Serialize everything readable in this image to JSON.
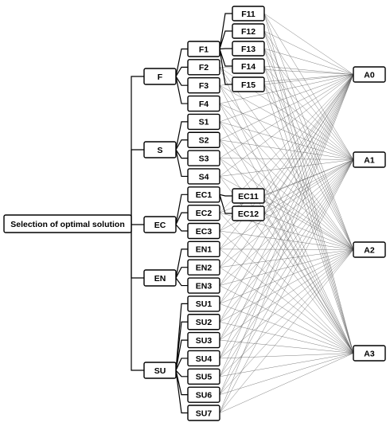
{
  "root": {
    "id": "root",
    "label": "Selection of optimal solution"
  },
  "criteria": [
    {
      "id": "F",
      "label": "F"
    },
    {
      "id": "S",
      "label": "S"
    },
    {
      "id": "EC",
      "label": "EC"
    },
    {
      "id": "EN",
      "label": "EN"
    },
    {
      "id": "SU",
      "label": "SU"
    }
  ],
  "subcriteria": [
    {
      "id": "F1",
      "label": "F1",
      "parent": "F"
    },
    {
      "id": "F2",
      "label": "F2",
      "parent": "F"
    },
    {
      "id": "F3",
      "label": "F3",
      "parent": "F"
    },
    {
      "id": "F4",
      "label": "F4",
      "parent": "F"
    },
    {
      "id": "S1",
      "label": "S1",
      "parent": "S"
    },
    {
      "id": "S2",
      "label": "S2",
      "parent": "S"
    },
    {
      "id": "S3",
      "label": "S3",
      "parent": "S"
    },
    {
      "id": "S4",
      "label": "S4",
      "parent": "S"
    },
    {
      "id": "EC1",
      "label": "EC1",
      "parent": "EC"
    },
    {
      "id": "EC2",
      "label": "EC2",
      "parent": "EC"
    },
    {
      "id": "EC3",
      "label": "EC3",
      "parent": "EC"
    },
    {
      "id": "EN1",
      "label": "EN1",
      "parent": "EN"
    },
    {
      "id": "EN2",
      "label": "EN2",
      "parent": "EN"
    },
    {
      "id": "EN3",
      "label": "EN3",
      "parent": "EN"
    },
    {
      "id": "SU1",
      "label": "SU1",
      "parent": "SU"
    },
    {
      "id": "SU2",
      "label": "SU2",
      "parent": "SU"
    },
    {
      "id": "SU3",
      "label": "SU3",
      "parent": "SU"
    },
    {
      "id": "SU4",
      "label": "SU4",
      "parent": "SU"
    },
    {
      "id": "SU5",
      "label": "SU5",
      "parent": "SU"
    },
    {
      "id": "SU6",
      "label": "SU6",
      "parent": "SU"
    },
    {
      "id": "SU7",
      "label": "SU7",
      "parent": "SU"
    }
  ],
  "subsubcriteria": [
    {
      "id": "F11",
      "label": "F11",
      "parent": "F1"
    },
    {
      "id": "F12",
      "label": "F12",
      "parent": "F1"
    },
    {
      "id": "F13",
      "label": "F13",
      "parent": "F1"
    },
    {
      "id": "F14",
      "label": "F14",
      "parent": "F1"
    },
    {
      "id": "F15",
      "label": "F15",
      "parent": "F1"
    },
    {
      "id": "EC11",
      "label": "EC11",
      "parent": "EC1"
    },
    {
      "id": "EC12",
      "label": "EC12",
      "parent": "EC1"
    }
  ],
  "alternatives": [
    {
      "id": "A0",
      "label": "A0"
    },
    {
      "id": "A1",
      "label": "A1"
    },
    {
      "id": "A2",
      "label": "A2"
    },
    {
      "id": "A3",
      "label": "A3"
    }
  ],
  "connections": {
    "leaves": [
      "F11",
      "F12",
      "F13",
      "F14",
      "F15",
      "F2",
      "F3",
      "F4",
      "S1",
      "S2",
      "S3",
      "S4",
      "EC11",
      "EC12",
      "EC2",
      "EC3",
      "EN1",
      "EN2",
      "EN3",
      "SU1",
      "SU2",
      "SU3",
      "SU4",
      "SU5",
      "SU6",
      "SU7"
    ],
    "targets": [
      "A0",
      "A1",
      "A2",
      "A3"
    ]
  }
}
